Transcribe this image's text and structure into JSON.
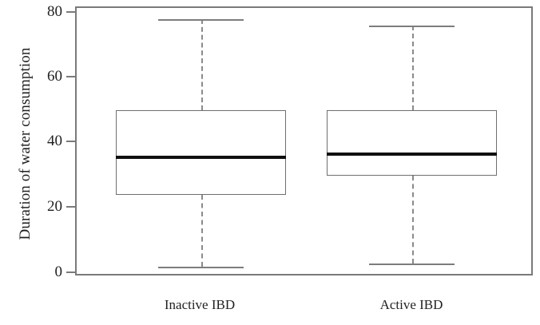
{
  "chart_data": {
    "type": "box",
    "title": "",
    "xlabel": "",
    "ylabel": "Duration of water consumption",
    "ylim": [
      0,
      80
    ],
    "yticks": [
      0,
      20,
      40,
      60,
      80
    ],
    "ytick_labels": [
      "0",
      "20",
      "40",
      "60",
      "80"
    ],
    "grid": false,
    "legend": "none",
    "categories": [
      "Inactive IBD",
      "Active IBD"
    ],
    "boxes": [
      {
        "category": "Inactive IBD",
        "whisker_low": 2,
        "q1": 24,
        "median": 36,
        "q3": 50,
        "whisker_high": 78
      },
      {
        "category": "Active IBD",
        "whisker_low": 3,
        "q1": 30,
        "median": 37,
        "q3": 50,
        "whisker_high": 76
      }
    ]
  },
  "axis": {
    "y_title": "Duration of water consumption",
    "tick_0": "0",
    "tick_20": "20",
    "tick_40": "40",
    "tick_60": "60",
    "tick_80": "80"
  },
  "categories": {
    "first": "Inactive IBD",
    "second": "Active IBD"
  },
  "colors": {
    "frame": "#7a7a7a",
    "box_border": "#6f6f6f",
    "median": "#101010",
    "whisker": "#8a8a8a",
    "text": "#231f20",
    "background": "#ffffff"
  }
}
